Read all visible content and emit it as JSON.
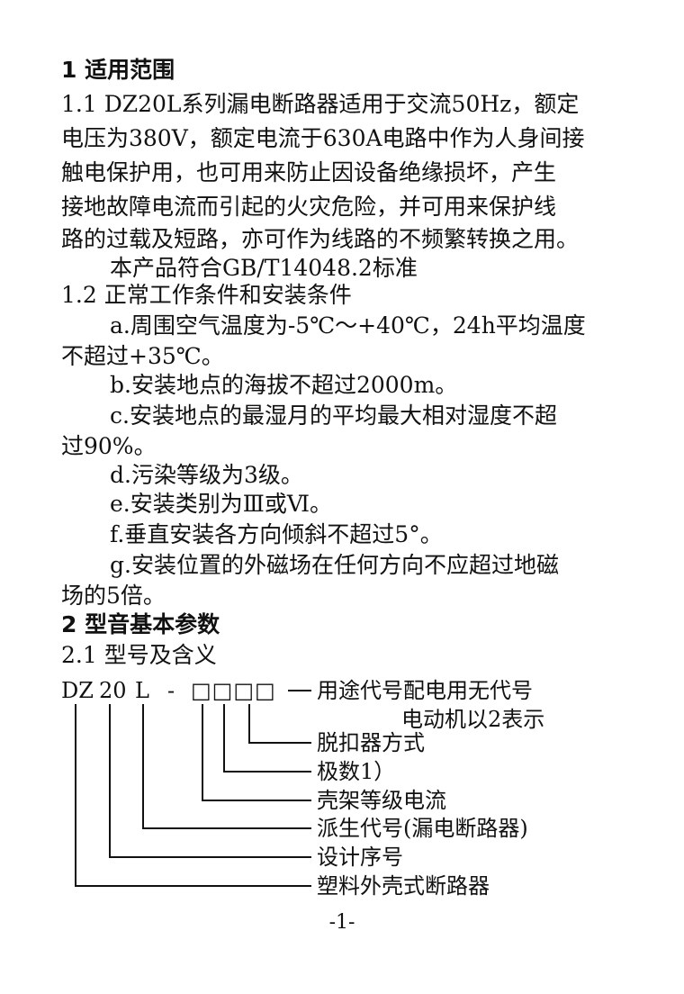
{
  "section1": {
    "title": "1 适用范围",
    "para1_1": [
      "1.1 DZ20L系列漏电断路器适用于交流50Hz，额定",
      "电压为380V，额定电流于630A电路中作为人身间接",
      "触电保护用，也可用来防止因设备绝缘损坏，产生",
      "接地故障电流而引起的火灾危险，并可用来保护线",
      "路的过载及短路，亦可作为线路的不频繁转换之用。"
    ],
    "standard": "本产品符合GB/T14048.2标准",
    "sub_1_2": "1.2 正常工作条件和安装条件",
    "items": {
      "a1": "a.周围空气温度为-5℃～+40℃，24h平均温度",
      "a2": "不超过+35℃。",
      "b": "b.安装地点的海拔不超过2000m。",
      "c1": "c.安装地点的最湿月的平均最大相对湿度不超",
      "c2": "过90%。",
      "d": "d.污染等级为3级。",
      "e": "e.安装类别为Ⅲ或Ⅵ。",
      "f": "f.垂直安装各方向倾斜不超过5°。",
      "g1": "g.安装位置的外磁场在任何方向不应超过地磁",
      "g2": "场的5倍。"
    }
  },
  "section2": {
    "title": "2 型音基本参数",
    "sub_2_1": "2.1 型号及含义"
  },
  "model_diagram": {
    "codes": [
      "DZ",
      "20",
      "L",
      "-",
      "□□□□"
    ],
    "labels": {
      "usage": "用途代号配电用无代号",
      "usage2": "电动机以2表示",
      "release": "脱扣器方式",
      "poles": "极数1）",
      "frame": "壳架等级电流",
      "derived": "派生代号(漏电断路器)",
      "design": "设计序号",
      "type": "塑料外壳式断路器"
    }
  },
  "page_number": "-1-"
}
